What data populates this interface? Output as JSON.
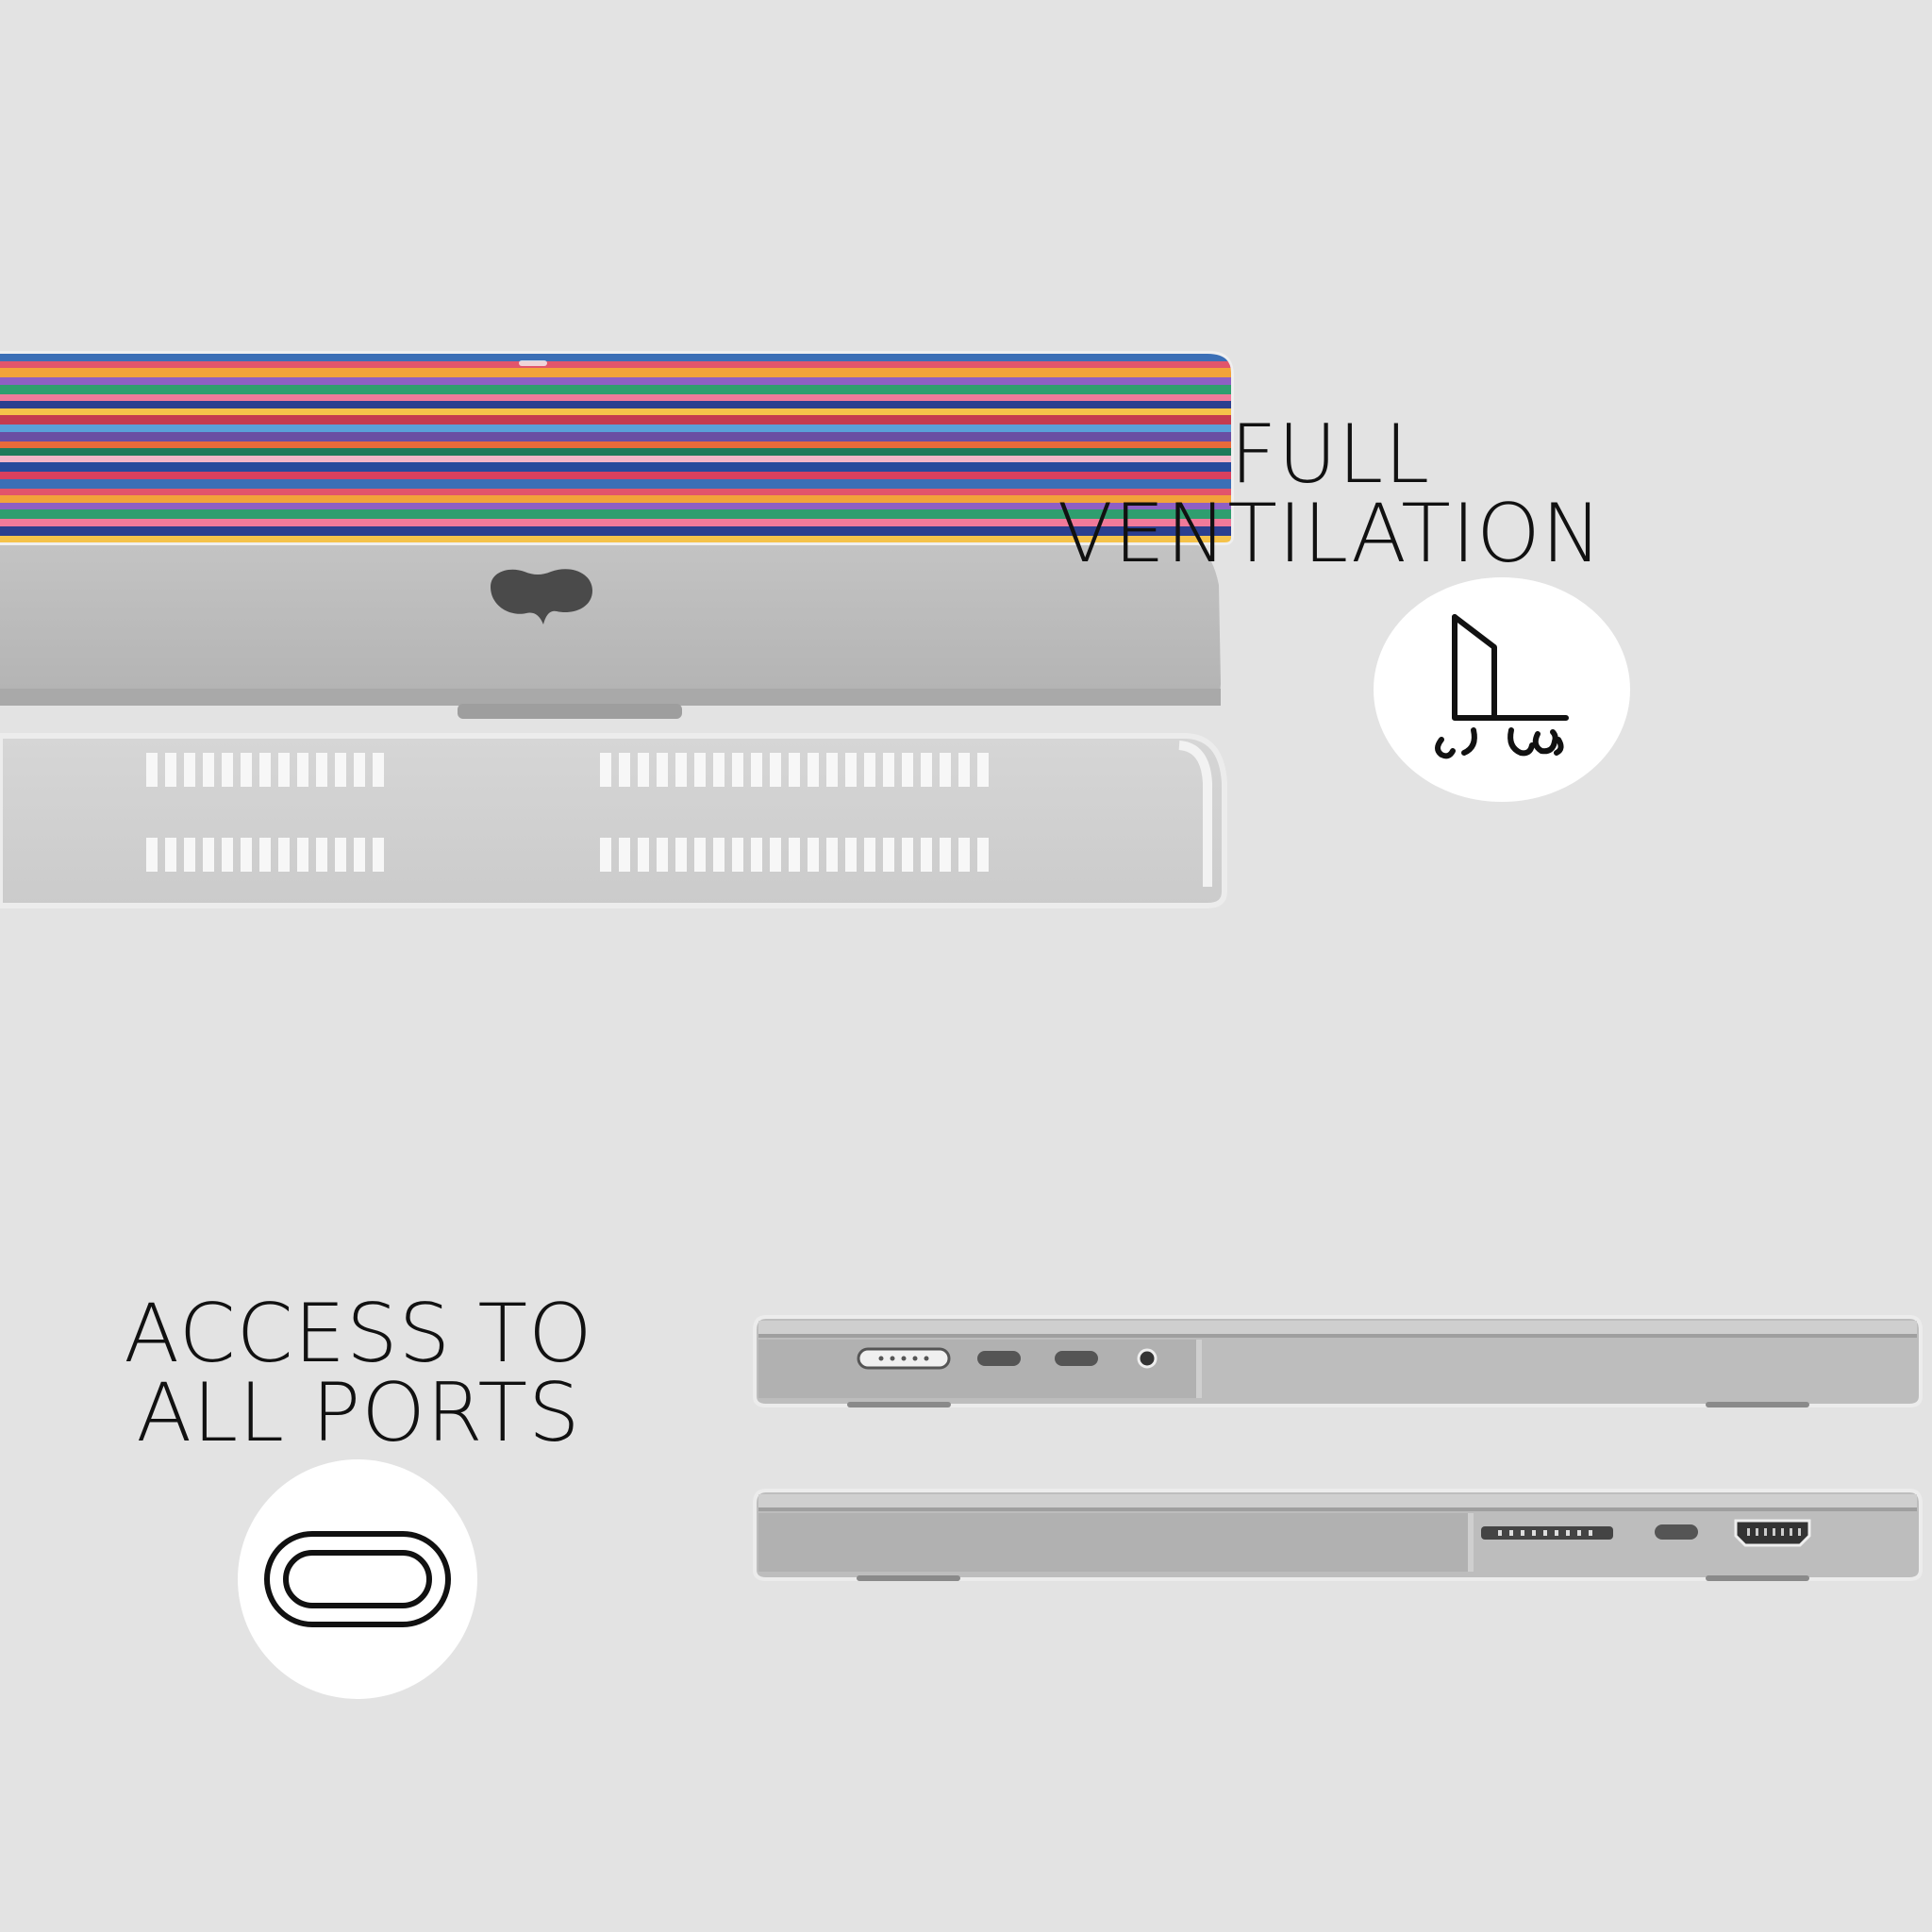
{
  "ventilation": {
    "title_line1": "FULL",
    "title_line2": "VENTILATION",
    "icon": "ventilation-icon"
  },
  "ports": {
    "title_line1": "ACCESS TO",
    "title_line2": "ALL PORTS",
    "icon": "usb-c-port-icon"
  },
  "product": {
    "laptop_icon": "apple-logo-icon",
    "left_side_ports": [
      "magsafe-port",
      "usb-c-port",
      "usb-c-port",
      "headphone-jack"
    ],
    "right_side_ports": [
      "sd-card-slot",
      "usb-c-port",
      "hdmi-port"
    ]
  },
  "colors": {
    "background": "#e3e3e3",
    "text": "#111111",
    "icon_circle": "#ffffff",
    "case_grey": "#b9b9b9"
  }
}
